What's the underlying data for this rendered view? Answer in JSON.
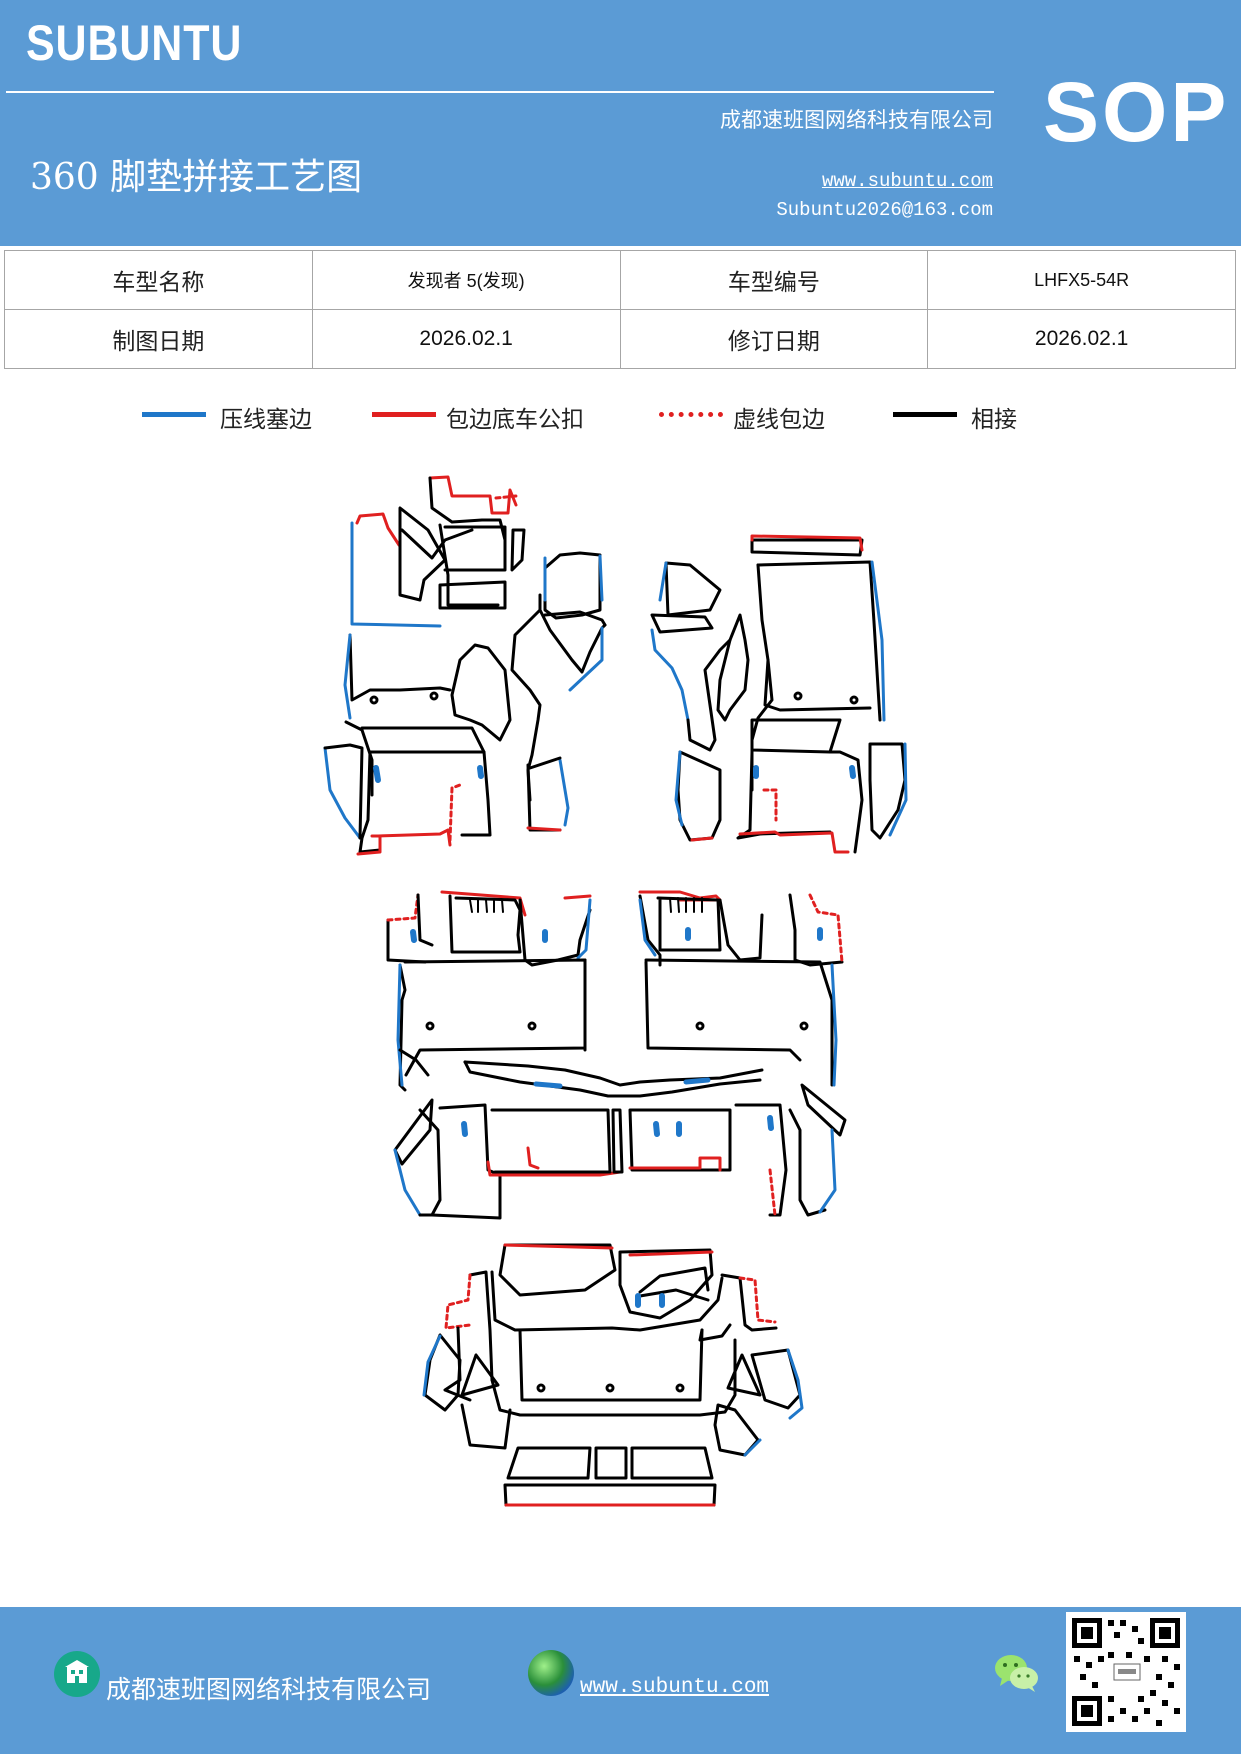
{
  "header": {
    "brand": "SUBUNTU",
    "badge": "SOP",
    "company": "成都速班图网络科技有限公司",
    "title": "360 脚垫拼接工艺图",
    "website": "www.subuntu.com",
    "email": "Subuntu2026@163.com"
  },
  "info_table": {
    "row1": {
      "label1": "车型名称",
      "value1": "发现者 5(发现)",
      "label2": "车型编号",
      "value2": "LHFX5-54R"
    },
    "row2": {
      "label1": "制图日期",
      "value1": "2026.02.1",
      "label2": "修订日期",
      "value2": "2026.02.1"
    }
  },
  "legend": [
    {
      "label": "压线塞边",
      "color": "#1f77c9",
      "style": "solid"
    },
    {
      "label": "包边底车公扣",
      "color": "#e02020",
      "style": "solid"
    },
    {
      "label": "虚线包边",
      "color": "#e02020",
      "style": "dotted"
    },
    {
      "label": "相接",
      "color": "#000000",
      "style": "solid"
    }
  ],
  "footer": {
    "company": "成都速班图网络科技有限公司",
    "website": "www.subuntu.com"
  },
  "colors": {
    "header_bg": "#5b9bd5",
    "blue_edge": "#1f77c9",
    "red_edge": "#e02020",
    "join": "#000000"
  },
  "icons": [
    "building-icon",
    "globe-icon",
    "wechat-icon",
    "qr-code"
  ]
}
